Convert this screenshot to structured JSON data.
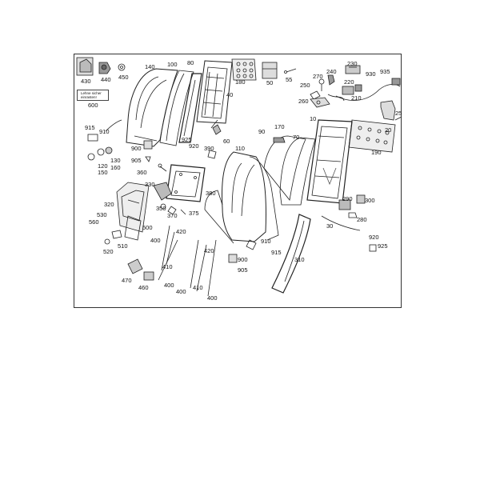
{
  "labels": {
    "l430": "430",
    "l440": "440",
    "l450": "450",
    "l600": "600",
    "l140": "140",
    "l100": "100",
    "l80": "80",
    "l180": "180",
    "l50": "50",
    "l55": "55",
    "l40": "40",
    "l230": "230",
    "l270": "270",
    "l240": "240",
    "l930": "930",
    "l935": "935",
    "l220": "220",
    "l250": "250",
    "l260": "260",
    "l210": "210",
    "l25": "25",
    "l20": "20",
    "l10": "10",
    "l170": "170",
    "l190": "190",
    "l90": "90",
    "l70": "70",
    "l110": "110",
    "l915a": "915",
    "l910a": "910",
    "l925a": "925",
    "l920a": "920",
    "l60": "60",
    "l390": "390",
    "l900a": "900",
    "l905a": "905",
    "l120": "120",
    "l130": "130",
    "l150": "150",
    "l160": "160",
    "l360": "360",
    "l330": "330",
    "l380": "380",
    "l320": "320",
    "l350": "350",
    "l370": "370",
    "l375": "375",
    "l530": "530",
    "l560": "560",
    "l500": "500",
    "l510": "510",
    "l520": "520",
    "l400a": "400",
    "l420a": "420",
    "l410a": "410",
    "l400b": "400",
    "l420b": "420",
    "l400c": "400",
    "l410b": "410",
    "l400d": "400",
    "l470": "470",
    "l460": "460",
    "l290": "290",
    "l300": "300",
    "l280": "280",
    "l30": "30",
    "l910b": "910",
    "l915b": "915",
    "l900b": "900",
    "l905b": "905",
    "l310": "310",
    "l920b": "920",
    "l925b": "925"
  },
  "warning_label": {
    "line1": "Lehne sicher",
    "line2": "einrasten!"
  }
}
